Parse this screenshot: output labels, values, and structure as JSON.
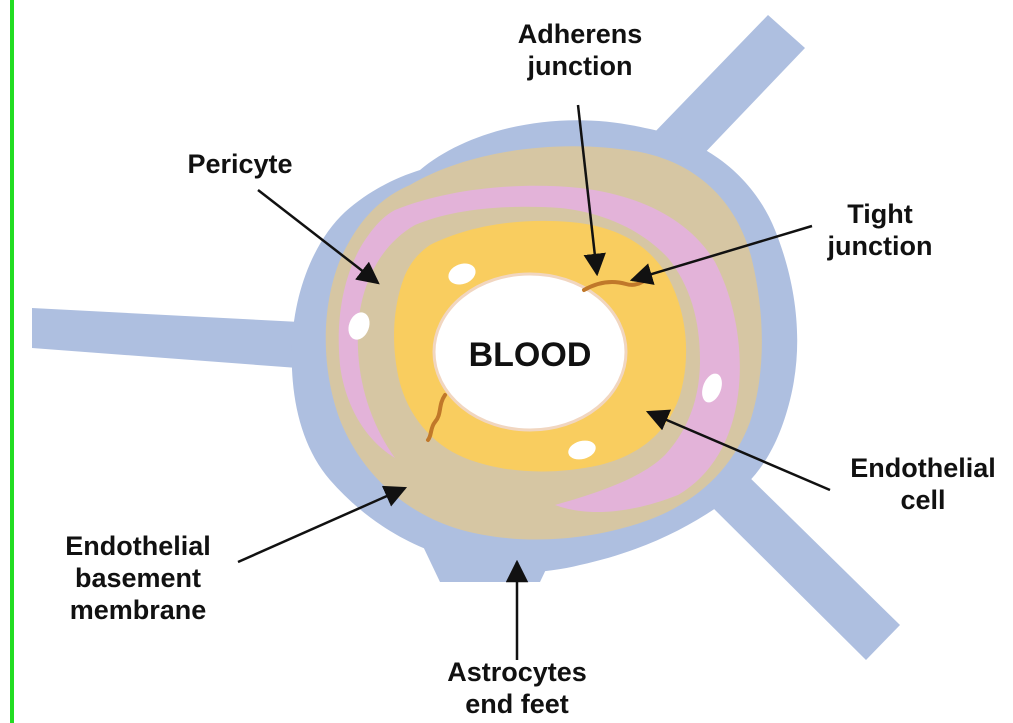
{
  "diagram": {
    "center_label": "BLOOD",
    "labels": {
      "adherens_junction": [
        "Adherens",
        "junction"
      ],
      "pericyte": [
        "Pericyte"
      ],
      "tight_junction": [
        "Tight",
        "junction"
      ],
      "endothelial_cell": [
        "Endothelial",
        "cell"
      ],
      "endothelial_basement_membrane": [
        "Endothelial",
        "basement",
        "membrane"
      ],
      "astrocytes_end_feet": [
        "Astrocytes",
        "end feet"
      ]
    },
    "colors": {
      "left_border": "#22dd22",
      "astrocyte": "#aebfe0",
      "basement_membrane": "#d6c6a3",
      "pericyte": "#e3b3d9",
      "endothelial_cell": "#f9cd5f",
      "lumen": "#ffffff",
      "junction": "#c0782a",
      "arrow": "#111111"
    }
  }
}
